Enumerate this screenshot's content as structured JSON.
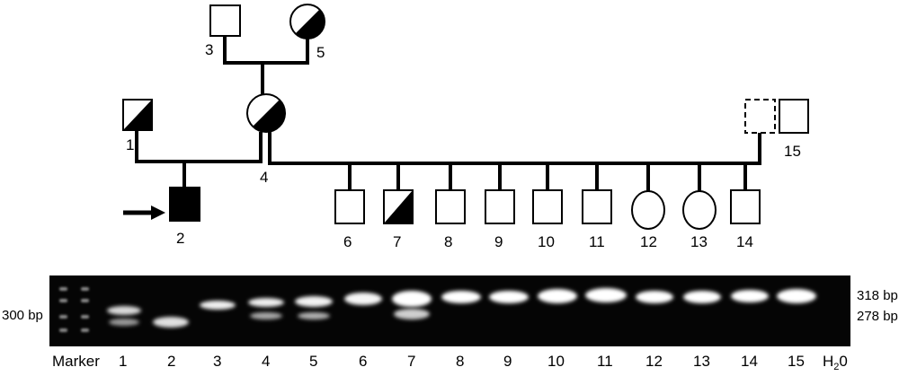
{
  "pedigree": {
    "individuals": [
      {
        "id": "1",
        "sex": "male",
        "status": "carrier"
      },
      {
        "id": "2",
        "sex": "male",
        "status": "affected",
        "proband": true
      },
      {
        "id": "3",
        "sex": "male",
        "status": "unaffected"
      },
      {
        "id": "4",
        "sex": "female",
        "status": "carrier"
      },
      {
        "id": "5",
        "sex": "female",
        "status": "carrier"
      },
      {
        "id": "6",
        "sex": "male",
        "status": "unaffected"
      },
      {
        "id": "7",
        "sex": "male",
        "status": "carrier"
      },
      {
        "id": "8",
        "sex": "male",
        "status": "unaffected"
      },
      {
        "id": "9",
        "sex": "male",
        "status": "unaffected"
      },
      {
        "id": "10",
        "sex": "male",
        "status": "unaffected"
      },
      {
        "id": "11",
        "sex": "male",
        "status": "unaffected"
      },
      {
        "id": "12",
        "sex": "female",
        "status": "unaffected"
      },
      {
        "id": "13",
        "sex": "female",
        "status": "unaffected"
      },
      {
        "id": "14",
        "sex": "male",
        "status": "unaffected"
      },
      {
        "id": "15",
        "sex": "male",
        "status": "unaffected"
      }
    ]
  },
  "gel": {
    "left_marker_label": "300 bp",
    "right_labels": [
      "318 bp",
      "278 bp"
    ],
    "lane_labels": [
      "Marker",
      "1",
      "2",
      "3",
      "4",
      "5",
      "6",
      "7",
      "8",
      "9",
      "10",
      "11",
      "12",
      "13",
      "14",
      "15"
    ],
    "water_label": "H",
    "water_sub": "2",
    "water_suffix": "0"
  }
}
